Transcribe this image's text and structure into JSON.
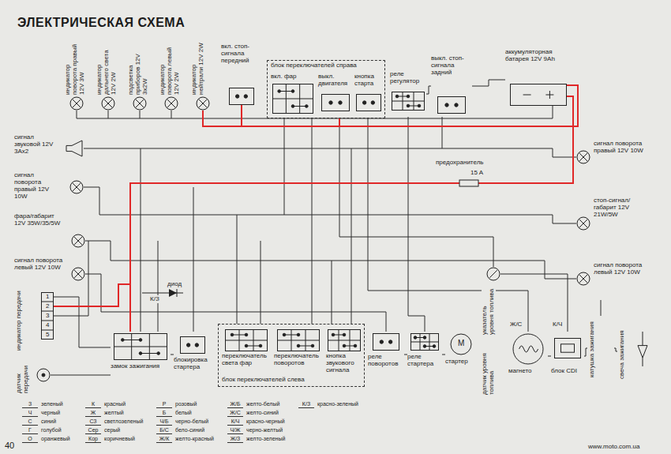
{
  "diagram": {
    "title": "ЭЛЕКТРИЧЕСКАЯ СХЕМА",
    "nodes": [
      {
        "text": [
          "индикатор поворота правый 12V 3W"
        ]
      },
      {
        "text": [
          "индикатор дальнего света 12V 2W"
        ]
      },
      {
        "text": [
          "подсветка приборов 12V 3x2W"
        ]
      },
      {
        "text": [
          "индикатор поворота левый 12V 2W"
        ]
      },
      {
        "text": [
          "индикатор нейтрали 12V 2W"
        ]
      },
      {
        "text": [
          "вкл. стоп-сигнала передний"
        ]
      },
      {
        "text": [
          "блок переключателей справа"
        ]
      },
      {
        "text": [
          "вкл. фар"
        ],
        "in": 6
      },
      {
        "text": [
          "выкл. двигателя"
        ],
        "in": 6
      },
      {
        "text": [
          "кнопка старта"
        ],
        "in": 6
      },
      {
        "text": [
          "реле регулятор"
        ]
      },
      {
        "text": [
          "выкл. стоп-сигнала задний"
        ]
      },
      {
        "text": [
          "аккумуляторная батарея 12V 9Ah"
        ]
      },
      {
        "text": [
          "сигнал звуковой 12V 3Ax2"
        ]
      },
      {
        "text": [
          "сигнал поворота правый 12V 10W"
        ]
      },
      {
        "text": [
          "фара/габарит 12V 35W/35/5W"
        ]
      },
      {
        "text": [
          "сигнал поворота левый 12V 10W"
        ]
      },
      {
        "text": [
          "индикатор передачи"
        ]
      },
      {
        "text": [
          "датчик передачи"
        ]
      },
      {
        "text": [
          "замок зажигания"
        ]
      },
      {
        "text": [
          "блокировка стартера"
        ]
      },
      {
        "text": [
          "блок переключателей слева"
        ]
      },
      {
        "text": [
          "переключатель света фар"
        ],
        "in": 21
      },
      {
        "text": [
          "переключатель поворотов"
        ],
        "in": 21
      },
      {
        "text": [
          "кнопка звукового сигнала"
        ],
        "in": 21
      },
      {
        "text": [
          "реле поворотов"
        ]
      },
      {
        "text": [
          "реле стартера"
        ]
      },
      {
        "text": [
          "стартер"
        ]
      },
      {
        "text": [
          "датчик уровня топлива"
        ]
      },
      {
        "text": [
          "указатель уровня топлива"
        ]
      },
      {
        "text": [
          "магнето"
        ]
      },
      {
        "text": [
          "блок CDI"
        ]
      },
      {
        "text": [
          "катушка зажигания"
        ]
      },
      {
        "text": [
          "свеча зажигания"
        ]
      },
      {
        "text": [
          "сигнал поворота правый 12V 10W"
        ]
      },
      {
        "text": [
          "стоп-сигнал/ габарит 12V 21W/5W"
        ]
      },
      {
        "text": [
          "сигнал поворота левый 12V 10W"
        ]
      }
    ],
    "edges": [
      {
        "from": 10,
        "to": 11,
        "arrow": "none"
      },
      {
        "from": 11,
        "to": 12,
        "arrow": "none"
      },
      {
        "from": 19,
        "to": 20,
        "arrow": "none"
      },
      {
        "from": 25,
        "to": 26,
        "arrow": "none"
      },
      {
        "from": 26,
        "to": 27,
        "arrow": "none"
      },
      {
        "from": 30,
        "to": 31,
        "arrow": "none"
      },
      {
        "from": 31,
        "to": 32,
        "arrow": "none"
      },
      {
        "from": 32,
        "to": 33,
        "arrow": "none"
      }
    ],
    "labels": [
      "предохранитель",
      "15 A",
      "диод",
      "К/З",
      "Ж/С",
      "К/Ч",
      "1",
      "2",
      "3",
      "4",
      "5",
      "M",
      "З",
      "Ч",
      "С",
      "Г",
      "О",
      "К",
      "Ж",
      "СЗ",
      "Сер",
      "Кор",
      "Р",
      "Б",
      "Ч/Б",
      "Б/С",
      "Ж/К",
      "Ж/Б",
      "Ж/С",
      "К/Ч",
      "Ч/Ж",
      "Ж/З",
      "К/З",
      "40",
      "www.moto.com.ua"
    ],
    "legend": [
      {
        "text": "зеленый"
      },
      {
        "text": "черный"
      },
      {
        "text": "синий"
      },
      {
        "text": "голубой"
      },
      {
        "text": "оранжевый"
      },
      {
        "text": "красный"
      },
      {
        "text": "желтый"
      },
      {
        "text": "светлозеленый"
      },
      {
        "text": "серый"
      },
      {
        "text": "коричневый"
      },
      {
        "text": "розовый"
      },
      {
        "text": "белый"
      },
      {
        "text": "черно-белый"
      },
      {
        "text": "бело-синий"
      },
      {
        "text": "желто-красный"
      },
      {
        "text": "желто-белый"
      },
      {
        "text": "желто-синий"
      },
      {
        "text": "красно-черный"
      },
      {
        "text": "черно-желтый"
      },
      {
        "text": "желто-зеленый"
      },
      {
        "text": "красно-зеленый"
      }
    ]
  }
}
